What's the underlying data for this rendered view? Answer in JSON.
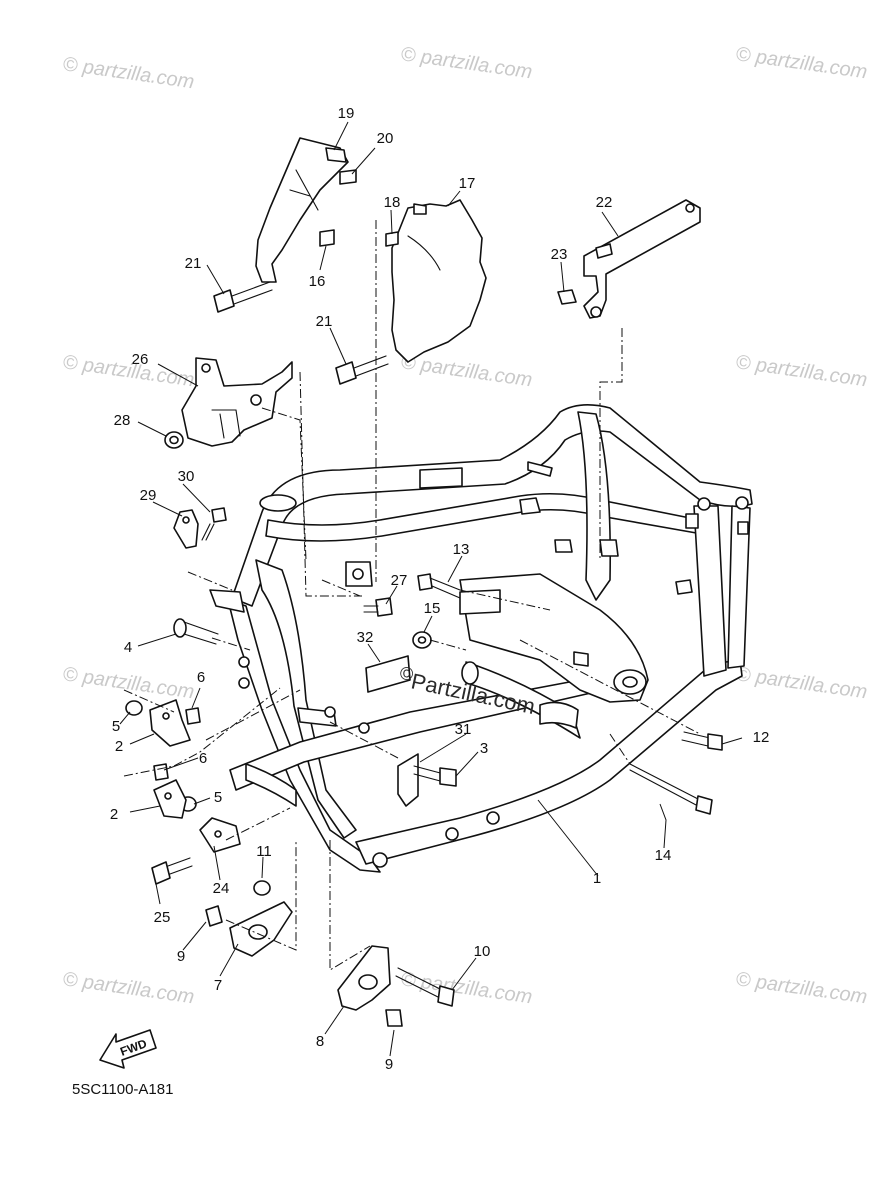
{
  "diagram": {
    "part_code": "5SC1100-A181",
    "direction_label": "FWD",
    "center_brand": "Partzilla.com",
    "watermark": "© partzilla.com",
    "callouts": [
      {
        "id": "c1",
        "label": "1"
      },
      {
        "id": "c2a",
        "label": "2"
      },
      {
        "id": "c2b",
        "label": "2"
      },
      {
        "id": "c3",
        "label": "3"
      },
      {
        "id": "c4",
        "label": "4"
      },
      {
        "id": "c5a",
        "label": "5"
      },
      {
        "id": "c5b",
        "label": "5"
      },
      {
        "id": "c6a",
        "label": "6"
      },
      {
        "id": "c6b",
        "label": "6"
      },
      {
        "id": "c7",
        "label": "7"
      },
      {
        "id": "c8",
        "label": "8"
      },
      {
        "id": "c9a",
        "label": "9"
      },
      {
        "id": "c9b",
        "label": "9"
      },
      {
        "id": "c10",
        "label": "10"
      },
      {
        "id": "c11",
        "label": "11"
      },
      {
        "id": "c12",
        "label": "12"
      },
      {
        "id": "c13",
        "label": "13"
      },
      {
        "id": "c14",
        "label": "14"
      },
      {
        "id": "c15",
        "label": "15"
      },
      {
        "id": "c16",
        "label": "16"
      },
      {
        "id": "c17",
        "label": "17"
      },
      {
        "id": "c18",
        "label": "18"
      },
      {
        "id": "c19",
        "label": "19"
      },
      {
        "id": "c20",
        "label": "20"
      },
      {
        "id": "c21a",
        "label": "21"
      },
      {
        "id": "c21b",
        "label": "21"
      },
      {
        "id": "c22",
        "label": "22"
      },
      {
        "id": "c23",
        "label": "23"
      },
      {
        "id": "c24",
        "label": "24"
      },
      {
        "id": "c25",
        "label": "25"
      },
      {
        "id": "c26",
        "label": "26"
      },
      {
        "id": "c27",
        "label": "27"
      },
      {
        "id": "c28",
        "label": "28"
      },
      {
        "id": "c29",
        "label": "29"
      },
      {
        "id": "c30",
        "label": "30"
      },
      {
        "id": "c31",
        "label": "31"
      },
      {
        "id": "c32",
        "label": "32"
      }
    ]
  }
}
